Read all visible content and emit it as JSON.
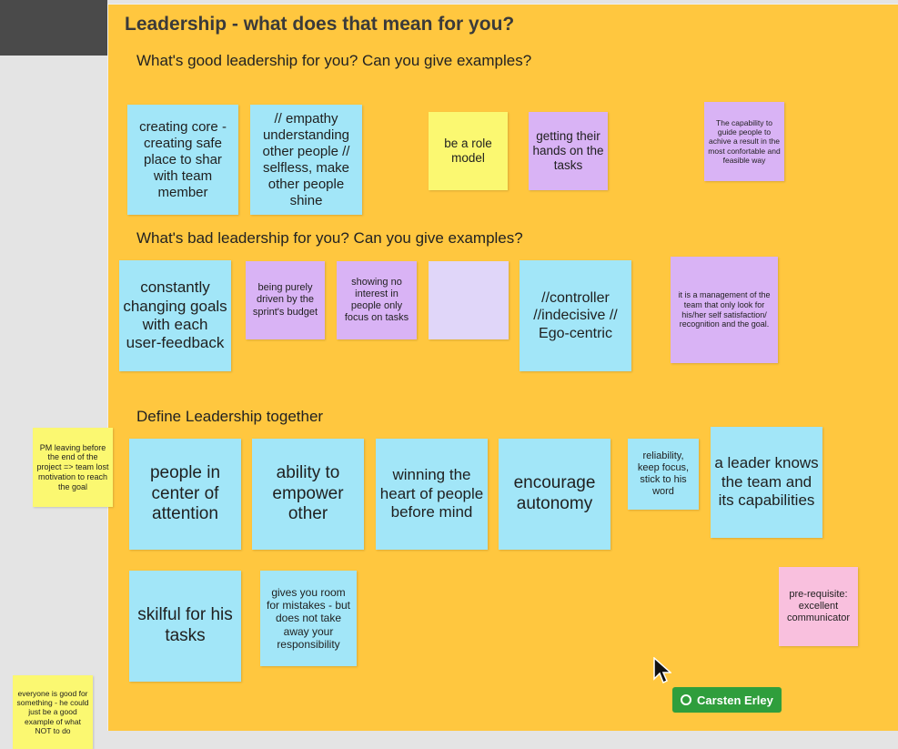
{
  "board": {
    "title": "Leadership - what does that mean for you?",
    "section_good": "What's good leadership for you? Can you give examples?",
    "section_bad": "What's bad leadership for you? Can you give examples?",
    "section_define": "Define Leadership together"
  },
  "notes": {
    "good_1": "creating core - creating safe place  to shar with team member",
    "good_2": "// empathy understanding other people // selfless, make other people shine",
    "good_3": "be a role model",
    "good_4": "getting their hands on the tasks",
    "good_5": "The capability to guide people to achive a result in the most confortable and feasible way",
    "bad_1": "constantly changing goals with each user-feedback",
    "bad_2": "being purely driven by the sprint's budget",
    "bad_3": "showing no interest in people only focus on tasks",
    "bad_4": "",
    "bad_5": "//controller //indecisive // Ego-centric",
    "bad_6": "it is a management of the team that only look for his/her self satisfaction/ recognition and the goal.",
    "def_1": "people in center of attention",
    "def_2": "ability to empower other",
    "def_3": "winning the heart of people before mind",
    "def_4": "encourage autonomy",
    "def_5": "reliability, keep focus, stick to his word",
    "def_6": "a leader knows the team and its capabilities",
    "def_7": "skilful for his tasks",
    "def_8": "gives you room for mistakes - but does not take away your responsibility",
    "def_9": "pre-requisite: excellent communicator",
    "outside_1": "PM leaving before the end of the project => team lost motivation to reach the goal",
    "outside_2": "everyone is good for something - he could just be a good example of what NOT to do"
  },
  "user_badge": {
    "name": "Carsten Erley",
    "icon": "presence-icon",
    "color": "#2f9e3c"
  },
  "colors": {
    "board": "#ffc73f",
    "blue_note": "#a2e6f8",
    "yellow_note": "#fbf871",
    "purple_note": "#d9b3f5",
    "pink_note": "#f9c0de"
  }
}
